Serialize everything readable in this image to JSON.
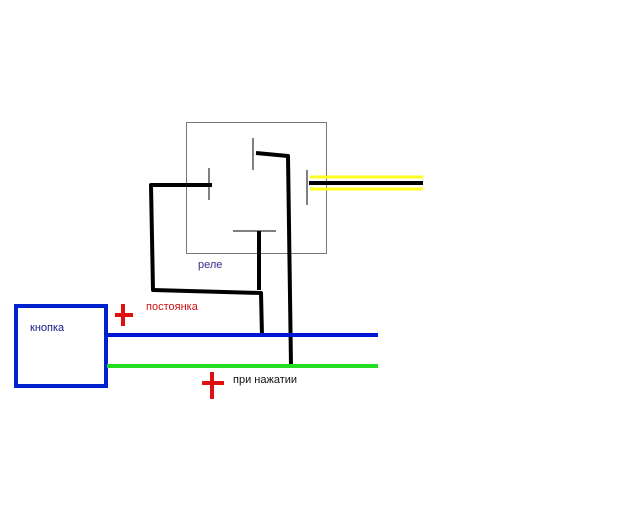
{
  "labels": {
    "relay": "реле",
    "button": "кнопка",
    "constant": "постоянка",
    "on_press": "при нажатии"
  },
  "colors": {
    "background": "#ffffff",
    "wire_black": "#000000",
    "wire_blue": "#0016d6",
    "wire_green": "#22dd22",
    "wire_yellow": "#ffff22",
    "plus_sign": "#e01010",
    "relay_outline": "#777777",
    "button_outline": "#0022cc"
  },
  "symbols": {
    "plus_top": "plus-sign",
    "plus_bottom": "plus-sign"
  }
}
